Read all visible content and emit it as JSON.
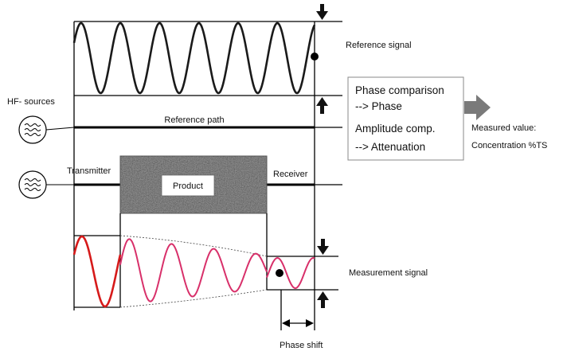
{
  "labels": {
    "reference_signal": "Reference signal",
    "hf_sources": "HF- sources",
    "reference_path": "Reference path",
    "transmitter": "Transmitter",
    "product": "Product",
    "receiver": "Receiver",
    "measurement_signal": "Measurement signal",
    "phase_shift": "Phase shift"
  },
  "comparison_box": {
    "line1": "Phase comparison",
    "line2": "--> Phase",
    "line3": "Amplitude comp.",
    "line4": "--> Attenuation"
  },
  "measured_value": {
    "line1": "Measured value:",
    "line2": "Concentration %TS"
  },
  "colors": {
    "reference_wave": "#1a1a1a",
    "transmit_wave": "#d61a1a",
    "measurement_wave": "#d8306a",
    "product_fill": "#a8a8a8",
    "output_arrow": "#7a7a7a",
    "lines": "#000000"
  }
}
